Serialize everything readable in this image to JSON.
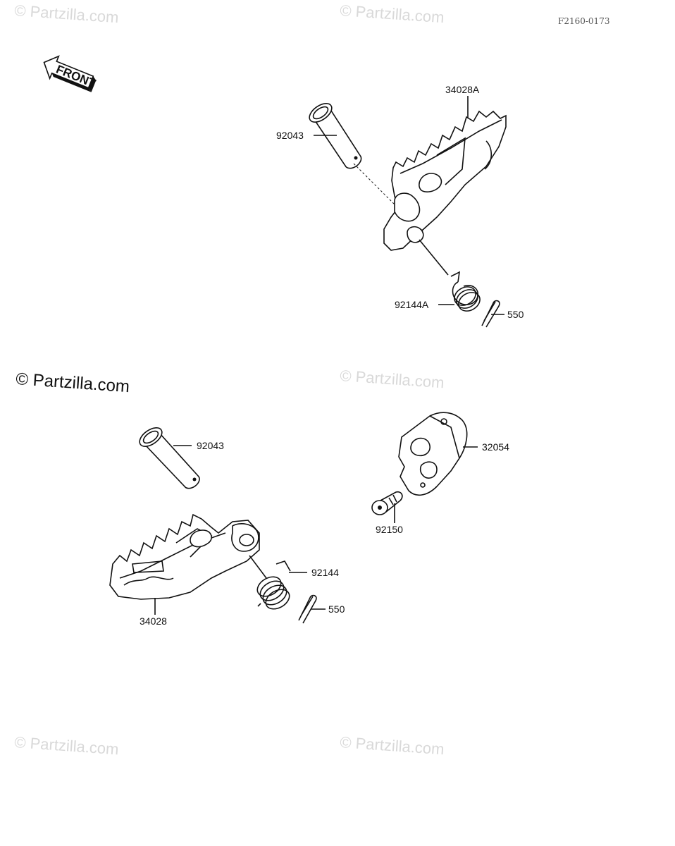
{
  "diagram_code": "F2160-0173",
  "front_label": "FRONT",
  "watermark_text": "© Partzilla.com",
  "watermark_main": "© Partzilla.com",
  "parts": {
    "pin_top": "92043",
    "footpeg_left": "34028A",
    "spring_top": "92144A",
    "cotter_top": "550",
    "pin_bottom": "92043",
    "bracket": "32054",
    "bolt": "92150",
    "spring_bottom": "92144",
    "cotter_bottom": "550",
    "footpeg_right": "34028"
  }
}
